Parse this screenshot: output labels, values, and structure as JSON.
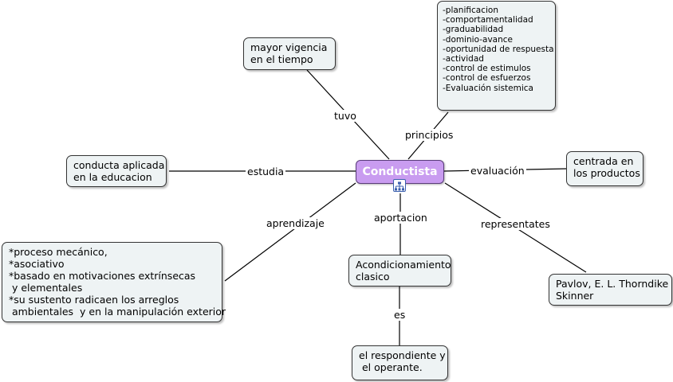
{
  "center": {
    "title": "Conductista"
  },
  "nodes": {
    "mayor_vigencia": "mayor vigencia\nen el tiempo",
    "principios": "-planificacion\n-comportamentalidad\n-graduabilidad\n-dominio-avance\n-oportunidad de respuesta\n-actividad\n-control de estimulos\n-control de esfuerzos\n-Evaluación sistemica",
    "conducta": "conducta aplicada\nen la educacion",
    "centrada": "centrada en\nlos productos",
    "proceso": "*proceso mecánico,\n*asociativo\n*basado en motivaciones extrínsecas\n y elementales\n*su sustento radicaen los arreglos\n ambientales  y en la manipulación exterior",
    "acondicionamiento": "Acondicionamiento\nclasico",
    "pavlov": "Pavlov, E. L. Thorndike\nSkinner",
    "respondiente": "el respondiente y\n el operante."
  },
  "labels": {
    "tuvo": "tuvo",
    "principios": "principios",
    "estudia": "estudia",
    "evaluacion": "evaluación",
    "aprendizaje": "aprendizaje",
    "aportacion": "aportacion",
    "representates": "representates",
    "es": "es"
  },
  "colors": {
    "center_fill": "#c99cf0",
    "node_fill": "#eef3f4",
    "line": "#000000"
  },
  "icons": {
    "center_attachment": "concept-map-icon"
  }
}
